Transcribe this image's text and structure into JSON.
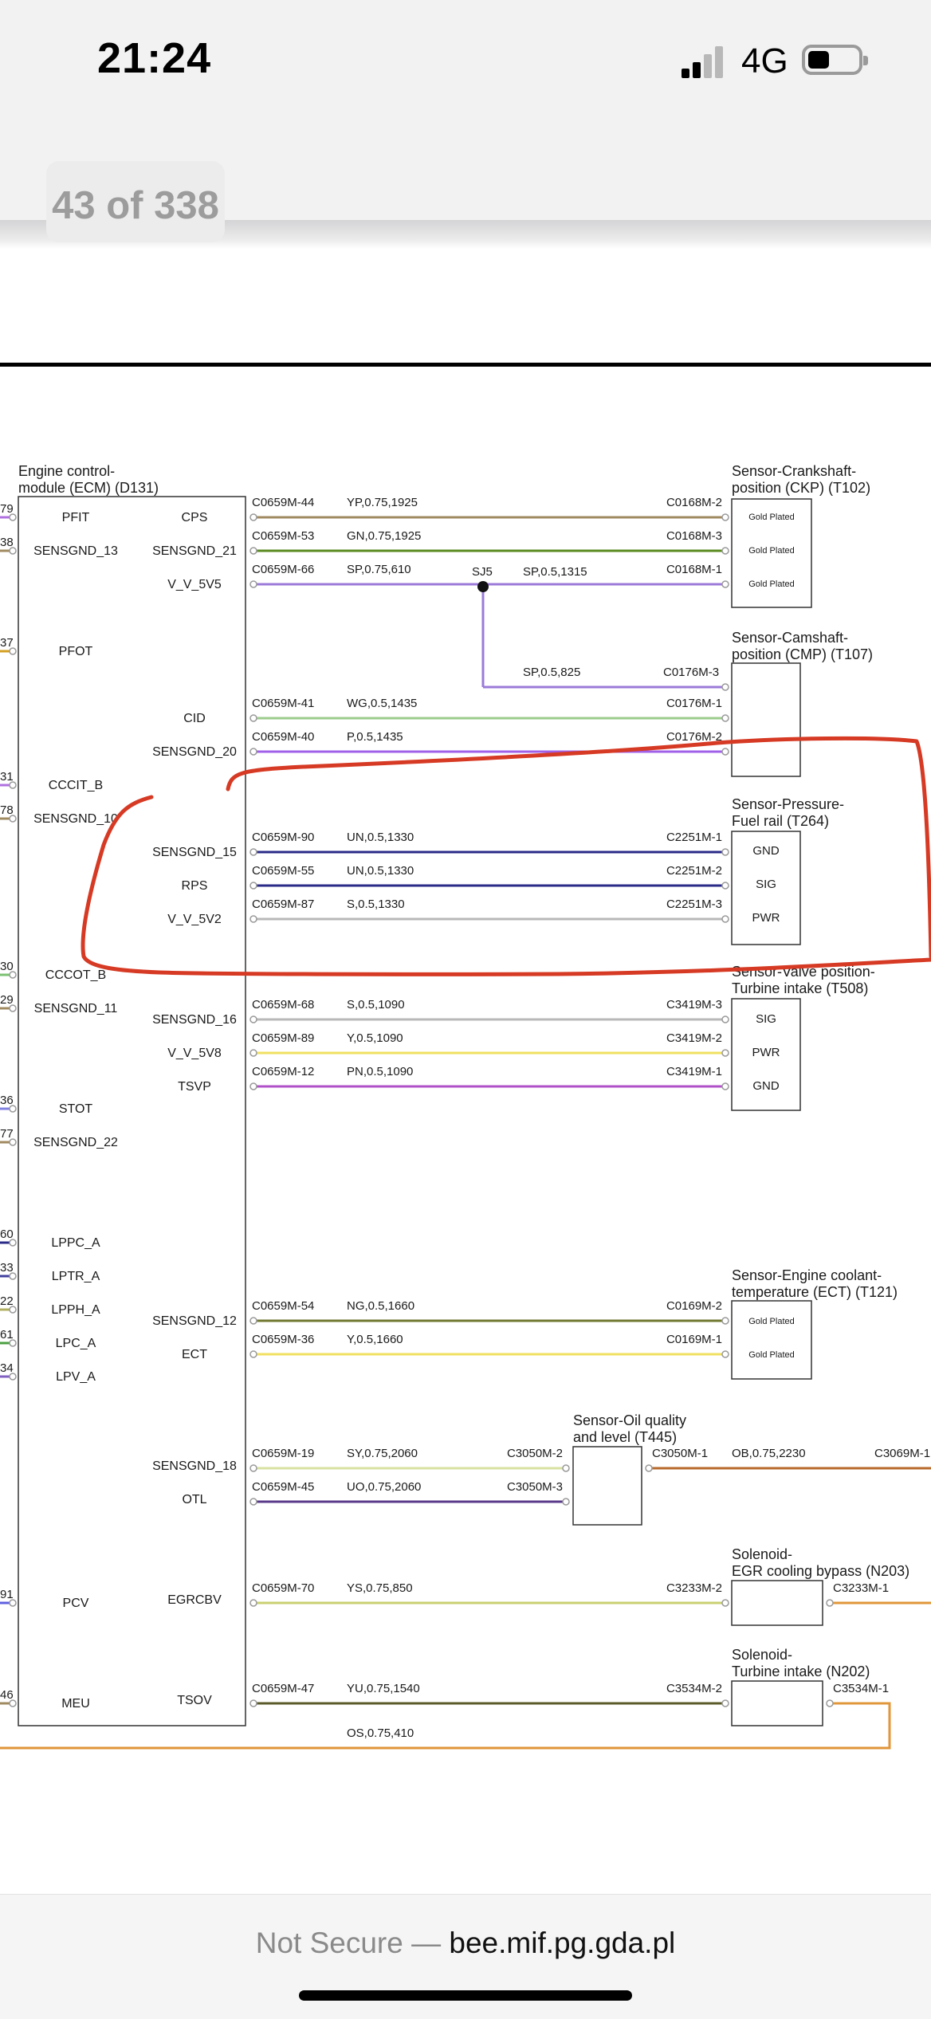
{
  "status_bar": {
    "time": "21:24",
    "network": "4G",
    "signal_bars_active": 2,
    "battery_level": 0.35
  },
  "viewer": {
    "page_indicator": "43 of 338"
  },
  "browser": {
    "prefix": "Not Secure — ",
    "host": "bee.mif.pg.gda.pl"
  },
  "colors": {
    "annotation": "#d63a24",
    "wire_brown": "#a08a60",
    "wire_green": "#5a8a20",
    "wire_purple": "#9b7ad8",
    "wire_green_white": "#9ccc8c",
    "wire_violet": "#a060e8",
    "wire_navy": "#2a2a88",
    "wire_gray": "#b8b8b8",
    "wire_yellow": "#f0e060",
    "wire_pink": "#b050c8",
    "wire_olive": "#707830",
    "wire_pale_yellow": "#d8e0a0",
    "wire_dark_purple": "#5a3a8a",
    "wire_yellow_green": "#c8d070",
    "wire_dark_olive": "#5a5a2a",
    "wire_orange": "#e0963a",
    "wire_dark_orange": "#b8682a"
  },
  "ecm": {
    "title_line1": "Engine control-",
    "title_line2": "module (ECM) (D131)",
    "left_numbers": [
      "79",
      "38",
      "37",
      "31",
      "78",
      "30",
      "29",
      "36",
      "77",
      "60",
      "33",
      "22",
      "61",
      "34",
      "91",
      "46"
    ],
    "left_pins": [
      "PFIT",
      "SENSGND_13",
      "PFOT",
      "CCCIT_B",
      "SENSGND_10",
      "CCCOT_B",
      "SENSGND_11",
      "STOT",
      "SENSGND_22",
      "LPPC_A",
      "LPTR_A",
      "LPPH_A",
      "LPC_A",
      "LPV_A",
      "PCV",
      "MEU"
    ],
    "right_pins": [
      "CPS",
      "SENSGND_21",
      "V_V_5V5",
      "CID",
      "SENSGND_20",
      "SENSGND_15",
      "RPS",
      "V_V_5V2",
      "SENSGND_16",
      "V_V_5V8",
      "TSVP",
      "SENSGND_12",
      "ECT",
      "SENSGND_18",
      "OTL",
      "EGRCBV",
      "TSOV"
    ]
  },
  "wires": [
    {
      "from": "C0659M-44",
      "spec": "YP,0.75,1925",
      "to": "C0168M-2"
    },
    {
      "from": "C0659M-53",
      "spec": "GN,0.75,1925",
      "to": "C0168M-3"
    },
    {
      "from": "C0659M-66",
      "spec": "SP,0.75,610",
      "to": "C0168M-1"
    },
    {
      "from": "C0659M-41",
      "spec": "WG,0.5,1435",
      "to": "C0176M-1"
    },
    {
      "from": "C0659M-40",
      "spec": "P,0.5,1435",
      "to": "C0176M-2"
    },
    {
      "from": "C0659M-90",
      "spec": "UN,0.5,1330",
      "to": "C2251M-1"
    },
    {
      "from": "C0659M-55",
      "spec": "UN,0.5,1330",
      "to": "C2251M-2"
    },
    {
      "from": "C0659M-87",
      "spec": "S,0.5,1330",
      "to": "C2251M-3"
    },
    {
      "from": "C0659M-68",
      "spec": "S,0.5,1090",
      "to": "C3419M-3"
    },
    {
      "from": "C0659M-89",
      "spec": "Y,0.5,1090",
      "to": "C3419M-2"
    },
    {
      "from": "C0659M-12",
      "spec": "PN,0.5,1090",
      "to": "C3419M-1"
    },
    {
      "from": "C0659M-54",
      "spec": "NG,0.5,1660",
      "to": "C0169M-2"
    },
    {
      "from": "C0659M-36",
      "spec": "Y,0.5,1660",
      "to": "C0169M-1"
    },
    {
      "from": "C0659M-19",
      "spec": "SY,0.75,2060",
      "to": "C3050M-2"
    },
    {
      "from": "C0659M-45",
      "spec": "UO,0.75,2060",
      "to": "C3050M-3"
    },
    {
      "from": "C0659M-70",
      "spec": "YS,0.75,850",
      "to": "C3233M-2"
    },
    {
      "from": "C0659M-47",
      "spec": "YU,0.75,1540",
      "to": "C3534M-2"
    }
  ],
  "splice": {
    "name": "SJ5",
    "right_spec": "SP,0.5,1315",
    "branch_spec": "SP,0.5,825",
    "branch_to": "C0176M-3"
  },
  "extra_wires": {
    "oil_out_from": "C3050M-1",
    "oil_out_spec": "OB,0.75,2230",
    "oil_out_to": "C3069M-1",
    "egr_out": "C3233M-1",
    "turbine_out": "C3534M-1",
    "loop_spec": "OS,0.75,410"
  },
  "components": {
    "ckp": {
      "line1": "Sensor-Crankshaft-",
      "line2": "position (CKP) (T102)",
      "pins": [
        "Gold Plated",
        "Gold Plated",
        "Gold Plated"
      ]
    },
    "cmp": {
      "line1": "Sensor-Camshaft-",
      "line2": "position (CMP) (T107)"
    },
    "fuel": {
      "line1": "Sensor-Pressure-",
      "line2": "Fuel rail (T264)",
      "pins": [
        "GND",
        "SIG",
        "PWR"
      ]
    },
    "turbine_pos": {
      "line1": "Sensor-Valve position-",
      "line2": "Turbine intake (T508)",
      "pins": [
        "SIG",
        "PWR",
        "GND"
      ]
    },
    "ect": {
      "line1": "Sensor-Engine coolant-",
      "line2": "temperature (ECT) (T121)",
      "pins": [
        "Gold Plated",
        "Gold Plated"
      ]
    },
    "oil": {
      "line1": "Sensor-Oil quality",
      "line2": "and level (T445)"
    },
    "egr": {
      "line1": "Solenoid-",
      "line2": "EGR cooling bypass (N203)"
    },
    "turbine_sol": {
      "line1": "Solenoid-",
      "line2": "Turbine intake (N202)"
    }
  }
}
